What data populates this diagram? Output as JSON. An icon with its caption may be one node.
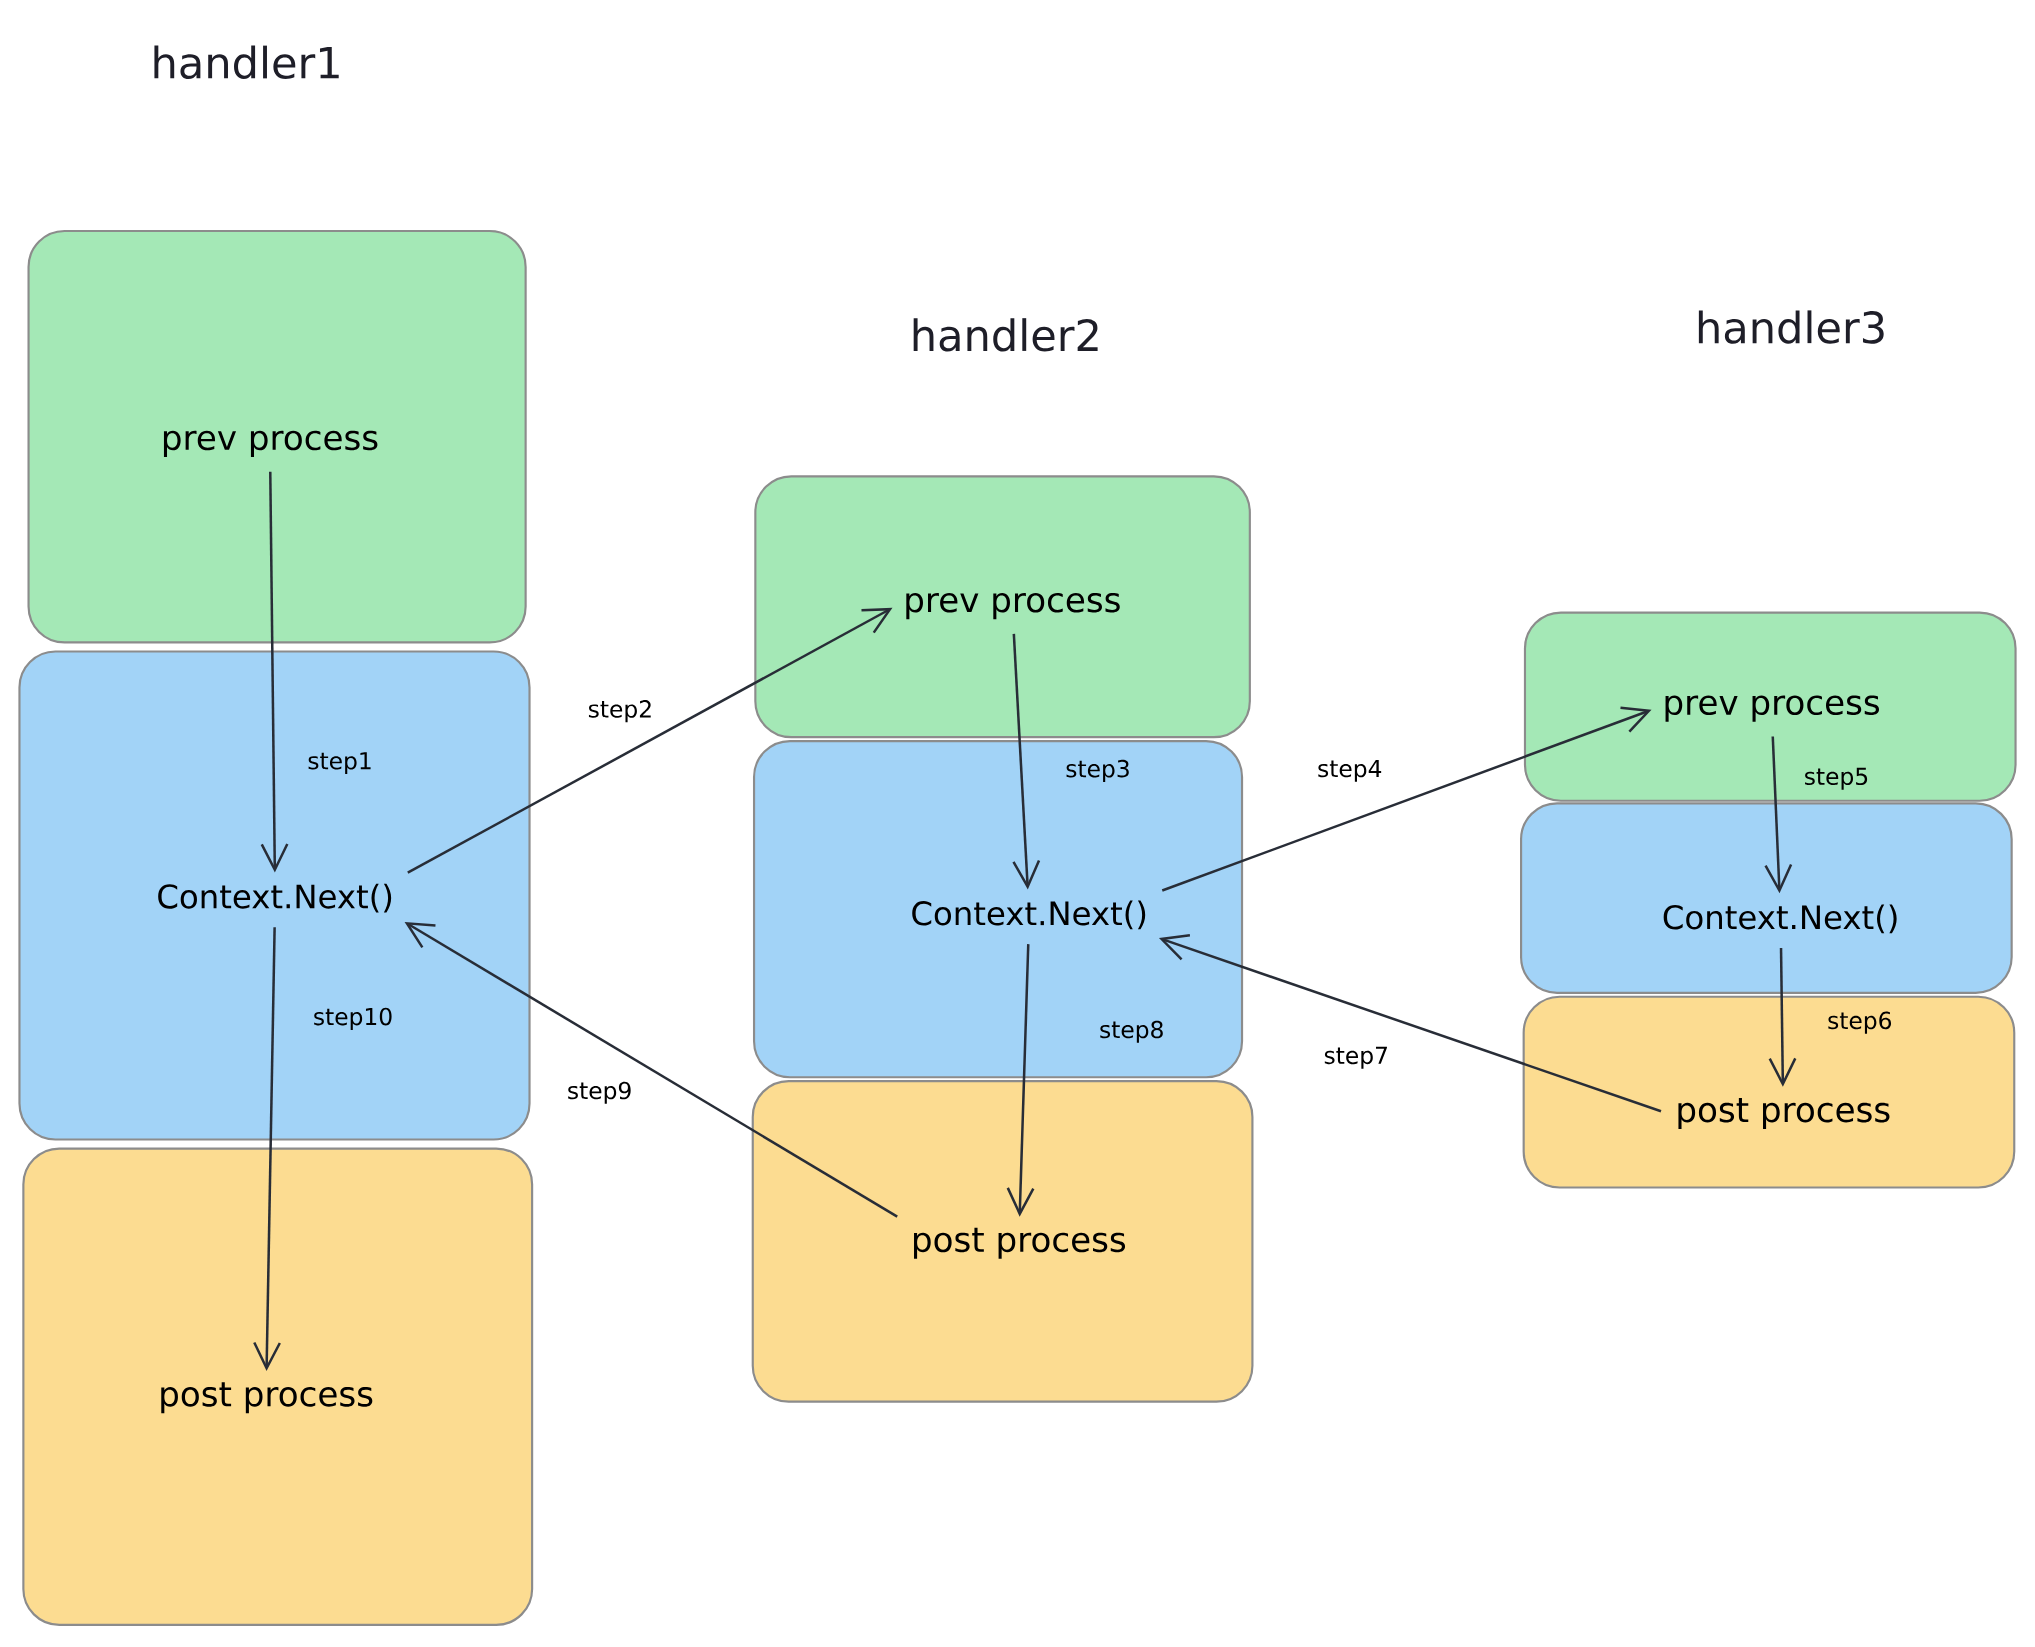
{
  "diagram": {
    "nodes": [
      {
        "text": [
          "prev process"
        ]
      },
      {
        "text": [
          "Context.Next()"
        ]
      },
      {
        "text": [
          "post process"
        ]
      },
      {
        "text": [
          "prev process"
        ]
      },
      {
        "text": [
          "Context.Next()"
        ]
      },
      {
        "text": [
          "post process"
        ]
      },
      {
        "text": [
          "prev process"
        ]
      },
      {
        "text": [
          "Context.Next()"
        ]
      },
      {
        "text": [
          "post process"
        ]
      }
    ],
    "edges": [
      {
        "from": 0,
        "to": 1,
        "arrow": "to",
        "label": "step1"
      },
      {
        "from": 1,
        "to": 3,
        "arrow": "to",
        "label": "step2"
      },
      {
        "from": 3,
        "to": 4,
        "arrow": "to",
        "label": "step3"
      },
      {
        "from": 4,
        "to": 6,
        "arrow": "to",
        "label": "step4"
      },
      {
        "from": 6,
        "to": 7,
        "arrow": "to",
        "label": "step5"
      },
      {
        "from": 7,
        "to": 8,
        "arrow": "to",
        "label": "step6"
      },
      {
        "from": 8,
        "to": 4,
        "arrow": "to",
        "label": "step7"
      },
      {
        "from": 4,
        "to": 5,
        "arrow": "to",
        "label": "step8"
      },
      {
        "from": 5,
        "to": 1,
        "arrow": "to",
        "label": "step9"
      },
      {
        "from": 1,
        "to": 2,
        "arrow": "to",
        "label": "step10"
      }
    ],
    "labels": [
      "handler1",
      "handler2",
      "handler3"
    ]
  }
}
